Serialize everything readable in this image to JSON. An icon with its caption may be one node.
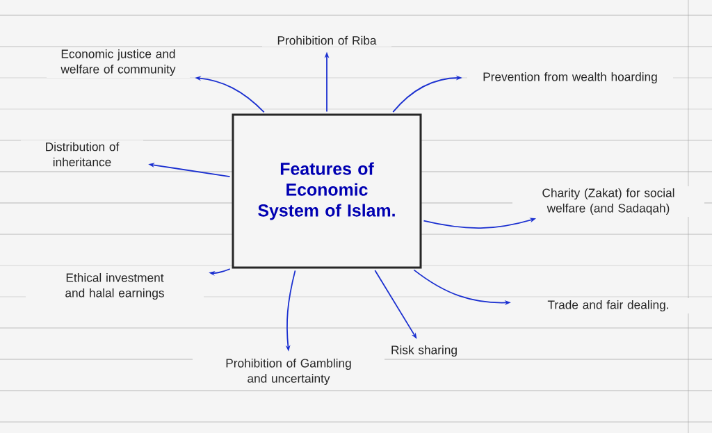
{
  "diagram": {
    "nodes": [
      {
        "text": [
          "Features of Economic System of Islam."
        ]
      },
      {
        "text": [
          "Economic justice and welfare of community"
        ]
      },
      {
        "text": [
          "Prohibition of Riba"
        ]
      },
      {
        "text": [
          "Prevention from wealth hoarding"
        ]
      },
      {
        "text": [
          "Distribution of inheritance"
        ]
      },
      {
        "text": [
          "Charity (Zakat) for social welfare (and Sadaqah)"
        ]
      },
      {
        "text": [
          "Ethical investment and halal earnings"
        ]
      },
      {
        "text": [
          "Trade and fair dealing."
        ]
      },
      {
        "text": [
          "Prohibition of Gambling and uncertainty"
        ]
      },
      {
        "text": [
          "Risk sharing"
        ]
      }
    ],
    "edges": [
      {
        "from": 0,
        "to": 1,
        "arrow": "to"
      },
      {
        "from": 0,
        "to": 2,
        "arrow": "to"
      },
      {
        "from": 0,
        "to": 3,
        "arrow": "to"
      },
      {
        "from": 0,
        "to": 4,
        "arrow": "to"
      },
      {
        "from": 0,
        "to": 5,
        "arrow": "to"
      },
      {
        "from": 0,
        "to": 6,
        "arrow": "to"
      },
      {
        "from": 0,
        "to": 7,
        "arrow": "to"
      },
      {
        "from": 0,
        "to": 8,
        "arrow": "to"
      },
      {
        "from": 0,
        "to": 9,
        "arrow": "to"
      }
    ]
  }
}
